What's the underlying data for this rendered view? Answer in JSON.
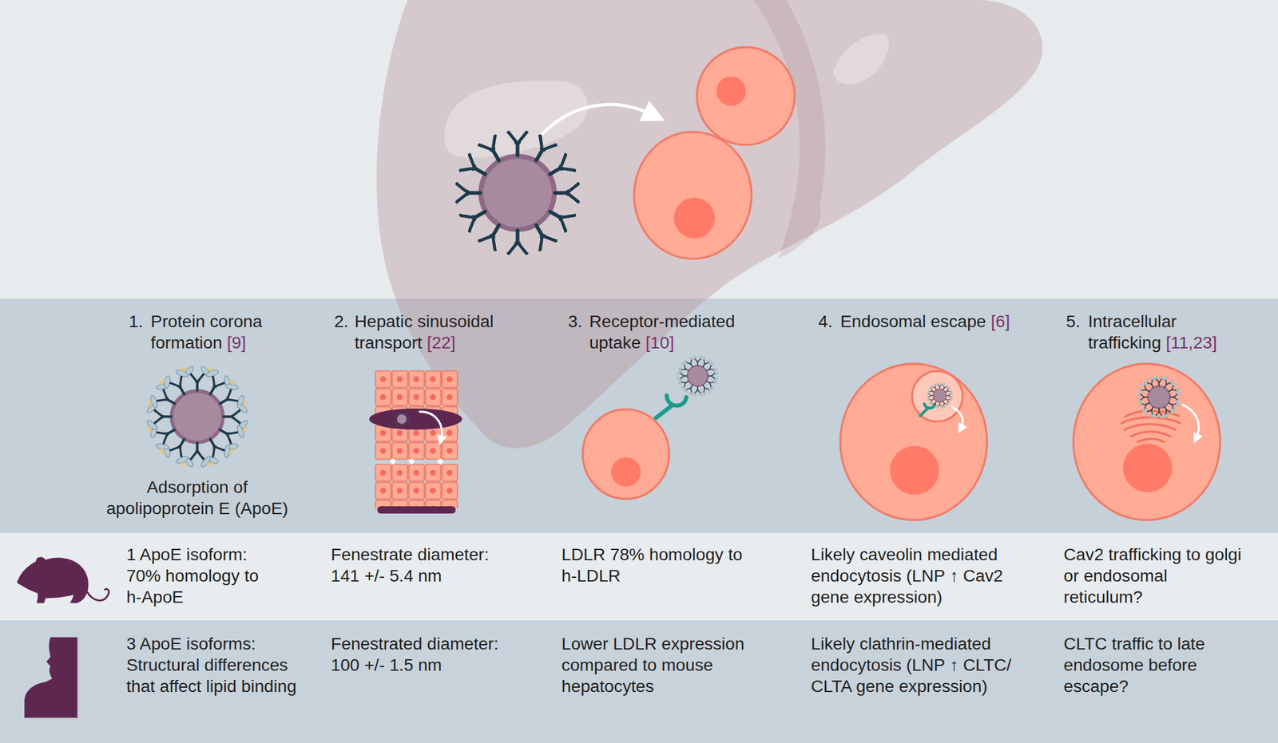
{
  "diagram": {
    "nodes": [
      {
        "text": [
          "1.",
          "Protein corona formation",
          "[9]",
          "Adsorption of apolipoprotein E (ApoE)",
          "2.",
          "Hepatic sinusoidal transport",
          "[22]",
          "3.",
          "Receptor-mediated uptake",
          "[10]",
          "4.",
          "Endosomal escape",
          "[6]",
          "5.",
          "Intracellular trafficking",
          "[11,23]"
        ]
      },
      {
        "text": [
          "1 ApoE isoform: 70% homology to h-ApoE",
          "Fenestrate diameter: 141 +/- 5.4 nm",
          "LDLR 78% homology to h-LDLR",
          "Likely caveolin mediated endocytosis (LNP ↑ Cav2 gene expression)",
          "Cav2 trafficking to golgi or endosomal reticulum?"
        ]
      },
      {
        "text": [
          "3 ApoE isoforms: Structural differences that affect lipid binding",
          "Fenestrated diameter: 100 +/- 1.5 nm",
          "Lower LDLR expression compared to mouse hepatocytes",
          "Likely clathrin-mediated endocytosis (LNP ↑ CLTC/ CLTA gene expression)",
          "CLTC traffic to late endosome before escape?"
        ]
      }
    ]
  }
}
